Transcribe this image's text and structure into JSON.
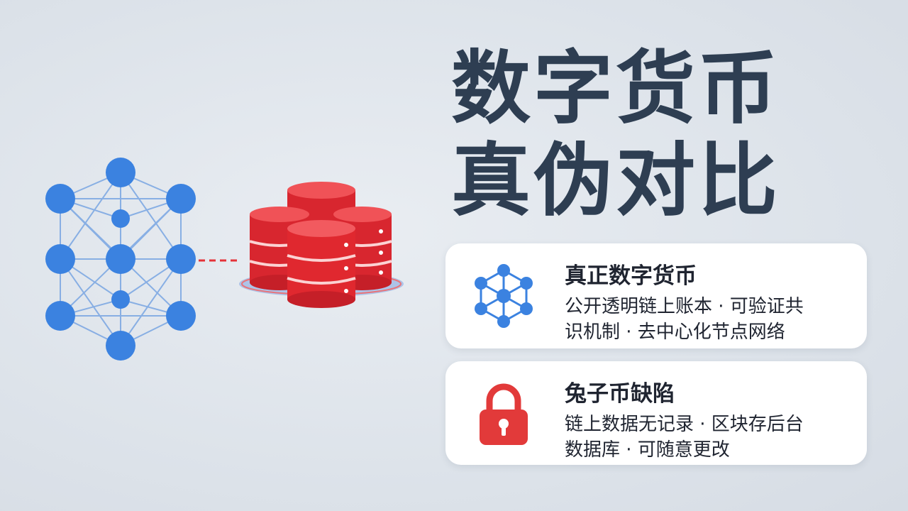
{
  "title": {
    "line1": "数字货币",
    "line2": "真伪对比"
  },
  "cards": [
    {
      "icon": "network-icon",
      "title": "真正数字货币",
      "lines": [
        "公开透明链上账本 · 可验证共",
        "识机制 · 去中心化节点网络"
      ]
    },
    {
      "icon": "padlock-icon",
      "title": "兔子币缺陷",
      "lines": [
        "链上数据无记录 · 区块存后台",
        "数据库 · 可随意更改"
      ]
    }
  ],
  "colors": {
    "title": "#2e3e52",
    "network_blue": "#3b82e0",
    "database_red": "#e53238",
    "lock_red": "#e23a3a"
  }
}
